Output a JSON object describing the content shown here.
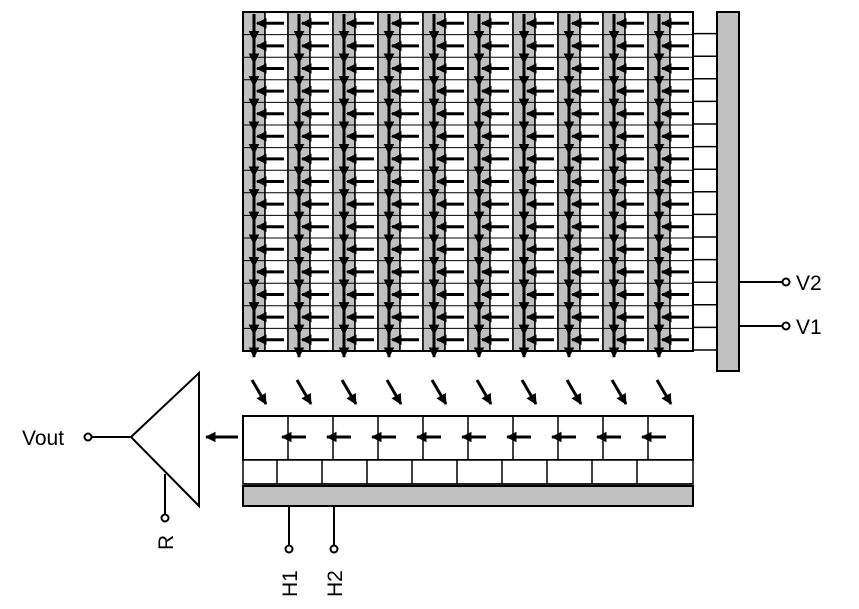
{
  "title": "",
  "labels": {
    "v2": "V2",
    "v1": "V1",
    "vout": "Vout",
    "r": "R",
    "h1": "H1",
    "h2": "H2"
  },
  "structure": {
    "columns": 10,
    "rows": 15,
    "horizontal_register_cells": 10
  },
  "colors": {
    "shaded": "#c0c0c0",
    "line": "#000000",
    "background": "#ffffff"
  }
}
